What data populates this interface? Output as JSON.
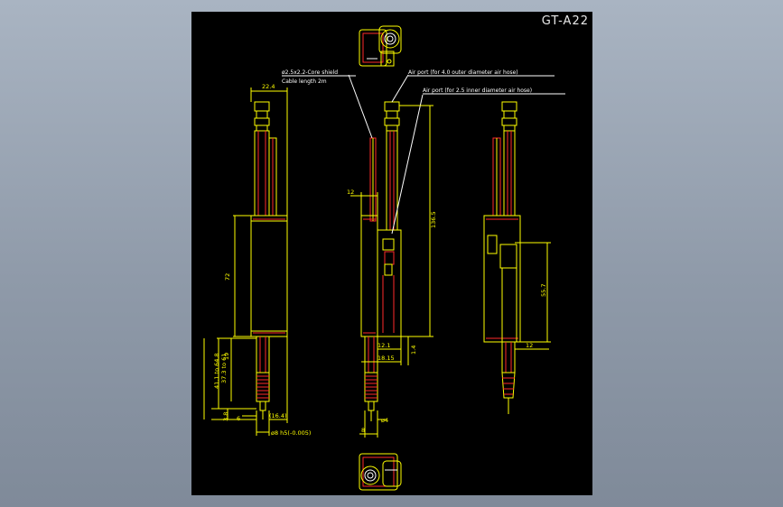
{
  "title": "GT-A22",
  "notes": {
    "cable": "ø2.5x2.2-Core shield",
    "cable_length": "Cable length  2m",
    "air_port_outer": "Air port  (for 4.0 outer diameter air hose)",
    "air_port_inner": "Air port  (for 2.5 inner diameter air hose)"
  },
  "dimensions": {
    "width_top": "22.4",
    "body_length": "72",
    "d19": "19",
    "d37": "37.3 to 61",
    "d41": "41.1 to 64.8",
    "d3_8": "3.8",
    "d6": "6",
    "d16_4": "(16.4)",
    "phi8": "ø8 h5(-0.005)",
    "d12_left": "12",
    "d136": "136.5",
    "d12_1": "12.1",
    "d18_15": "18.15",
    "d1_4": "1.4",
    "d8": "8",
    "phi4": "ø4",
    "d55_7": "55.7",
    "d12_right": "12"
  },
  "colors": {
    "background": "#000000",
    "outline": "#ffff00",
    "hidden": "#ff2a2a",
    "text": "#ffffff"
  }
}
